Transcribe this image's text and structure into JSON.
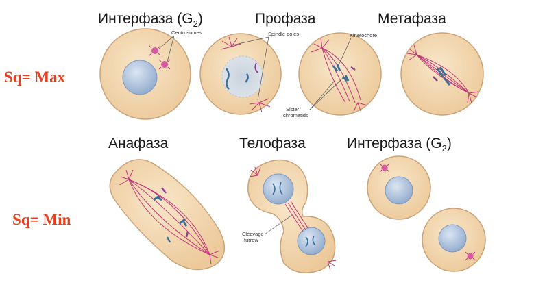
{
  "stages": {
    "interphase_top": {
      "name": "Интерфаза (G",
      "sub": "2",
      "close": ")"
    },
    "prophase": "Профаза",
    "metaphase": "Метафаза",
    "anaphase": "Анафаза",
    "telophase": "Телофаза",
    "interphase_bottom": {
      "name": "Интерфаза (G",
      "sub": "2",
      "close": ")"
    }
  },
  "annotations": {
    "centrosomes": "Centrosomes",
    "spindle_poles": "Spindle poles",
    "kinetochore": "Kinetochore",
    "sister_chromatids_1": "Sister",
    "sister_chromatids_2": "chromatids",
    "cleavage_furrow_1": "Cleavage",
    "cleavage_furrow_2": "furrow"
  },
  "side_labels": {
    "max": "Sq= Max",
    "min": "Sq= Min"
  },
  "colors": {
    "cell_fill": "#f3d9b1",
    "cell_stroke": "#caa27a",
    "nucleus": "#aec3e0",
    "spindle": "#c2357a",
    "chromosome": "#3a6e96",
    "label_accent": "#e8401c"
  }
}
